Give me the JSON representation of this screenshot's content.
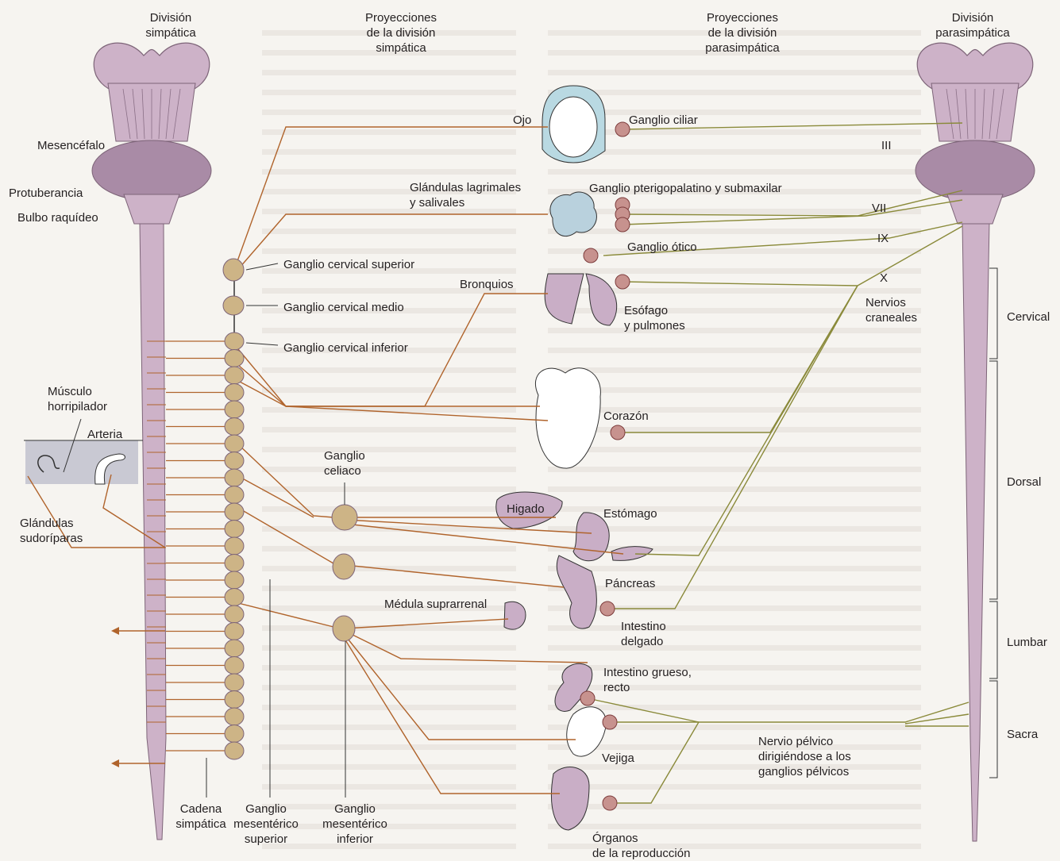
{
  "colors": {
    "sympathetic": "#b0642c",
    "parasympathetic": "#8a8a3a",
    "brain": "#cdb2c8",
    "brain_dark": "#a98ba6",
    "ganglion": "#cdb486",
    "organ": "#c9aec6",
    "background": "#f6f4f0"
  },
  "headers": {
    "simp_div": "División\nsimpática",
    "simp_proj": "Proyecciones\nde la división\nsimpática",
    "para_proj": "Proyecciones\nde la división\nparasimpática",
    "para_div": "División\nparasimpática"
  },
  "brainstem": {
    "mesencefalo": "Mesencéfalo",
    "protuberancia": "Protuberancia",
    "bulbo": "Bulbo raquídeo"
  },
  "ganglia": {
    "cervical_superior": "Ganglio cervical superior",
    "cervical_medio": "Ganglio cervical medio",
    "cervical_inferior": "Ganglio cervical inferior",
    "celiaco": "Ganglio\nceliaco",
    "ciliar": "Ganglio ciliar",
    "pterigopalatino": "Ganglio pterigopalatino y submaxilar",
    "otico": "Ganglio ótico"
  },
  "skin": {
    "musculo": "Músculo\nhorripilador",
    "arteria": "Arteria",
    "glandulas": "Glándulas\nsudoríparas"
  },
  "organs": {
    "ojo": "Ojo",
    "glandulas_lagrimales": "Glándulas lagrimales\ny salivales",
    "bronquios": "Bronquios",
    "esofago": "Esófago\ny pulmones",
    "corazon": "Corazón",
    "higado": "Higado",
    "estomago": "Estómago",
    "pancreas": "Páncreas",
    "medula_suprarrenal": "Médula suprarrenal",
    "intestino_delgado": "Intestino\ndelgado",
    "intestino_grueso": "Intestino grueso,\nrecto",
    "vejiga": "Vejiga",
    "organos_reproduccion": "Órganos\nde la reproducción"
  },
  "cranial_nerves": {
    "III": "III",
    "VII": "VII",
    "IX": "IX",
    "X": "X",
    "label": "Nervios\ncraneales"
  },
  "pelvic": "Nervio pélvico\ndirigiéndose a los\nganglios pélvicos",
  "regions": {
    "cervical": "Cervical",
    "dorsal": "Dorsal",
    "lumbar": "Lumbar",
    "sacra": "Sacra"
  },
  "bottom": {
    "cadena": "Cadena\nsimpática",
    "mes_superior": "Ganglio\nmesentérico\nsuperior",
    "mes_inferior": "Ganglio\nmesentérico\ninferior"
  }
}
